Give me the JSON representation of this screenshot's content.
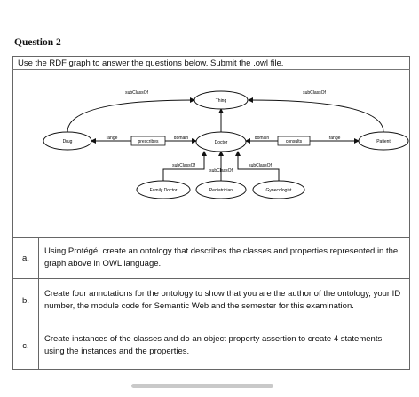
{
  "question": {
    "title": "Question 2"
  },
  "instructions": "Use the RDF graph to answer the questions below. Submit the .owl file.",
  "graph": {
    "nodes": {
      "thing": "Thing",
      "drug": "Drug",
      "doctor": "Doctor",
      "patient": "Patient",
      "family_doctor": "Family Doctor",
      "pediatrician": "Pediatrician",
      "gynecologist": "Gynecologist"
    },
    "edge_labels": {
      "subclassof_left": "subClassOf",
      "subclassof_right": "subClassOf",
      "subclassof_doctor": "subClassOf",
      "subclassof_family": "subClassOf",
      "subclassof_pediatrician": "subClassOf",
      "subclassof_gynecologist": "subClassOf",
      "range_prescribes": "range",
      "domain_prescribes": "domain",
      "domain_consults": "domain",
      "range_consults": "range"
    },
    "properties": {
      "prescribes": "prescribes",
      "consults": "consults"
    }
  },
  "parts": [
    {
      "label": "a.",
      "text": "Using Protégé, create an ontology that describes the classes and properties represented in the graph above in OWL language."
    },
    {
      "label": "b.",
      "text": "Create four annotations for the ontology to show that you are the author of the ontology, your ID number, the module code for Semantic Web and the semester for this examination."
    },
    {
      "label": "c.",
      "text": "Create instances of the classes and do an object property assertion to create 4 statements using the instances and the properties."
    }
  ]
}
